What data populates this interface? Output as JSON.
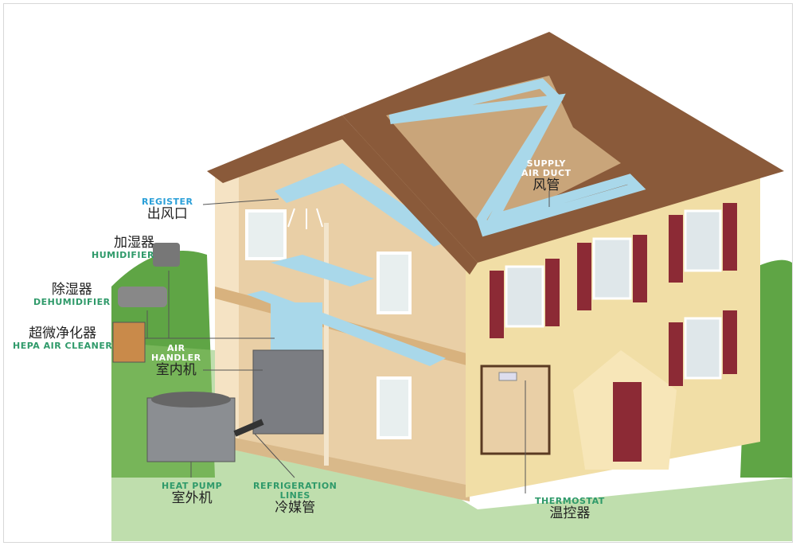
{
  "labels": {
    "register": {
      "en": "REGISTER",
      "zh": "出风口"
    },
    "humidifier": {
      "en": "HUMIDIFIER",
      "zh": "加湿器"
    },
    "dehumidifier": {
      "en": "DEHUMIDIFIER",
      "zh": "除湿器"
    },
    "hepa": {
      "en": "HEPA AIR CLEANER",
      "zh": "超微净化器"
    },
    "air_handler": {
      "en1": "AIR",
      "en2": "HANDLER",
      "zh": "室内机"
    },
    "heat_pump": {
      "en": "HEAT PUMP",
      "zh": "室外机"
    },
    "refrigeration": {
      "en1": "REFRIGERATION",
      "en2": "LINES",
      "zh": "冷媒管"
    },
    "thermostat": {
      "en": "THERMOSTAT",
      "zh": "温控器"
    },
    "supply_duct": {
      "en1": "SUPPLY",
      "en2": "AIR DUCT",
      "zh": "风管"
    }
  },
  "colors": {
    "roof": "#8a5a3a",
    "siding": "#f1dea6",
    "shutter": "#8c2a35",
    "duct": "#a9d8ea",
    "grass": "#5fa545",
    "interior": "#e9cfa6"
  }
}
